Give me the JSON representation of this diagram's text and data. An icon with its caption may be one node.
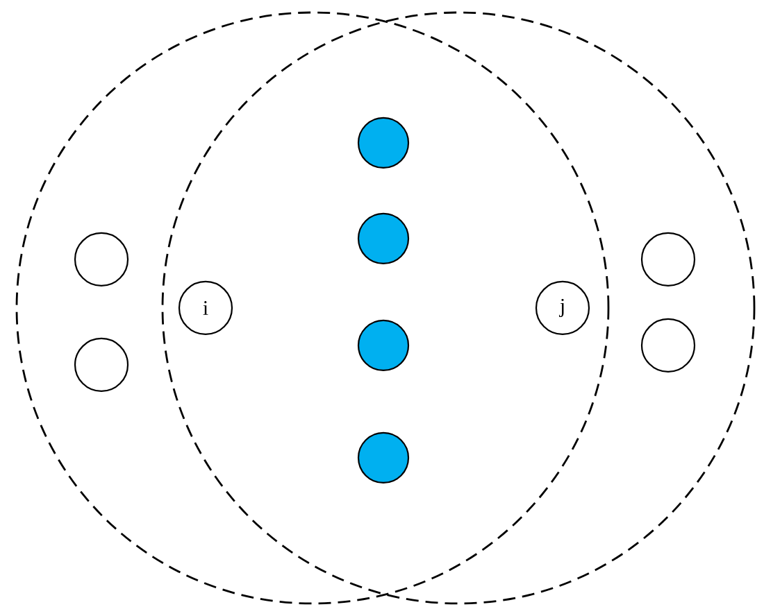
{
  "diagram": {
    "nodes": [
      {
        "text": [],
        "shape": "circle"
      },
      {
        "text": [],
        "shape": "circle"
      },
      {
        "text": [],
        "shape": "circle",
        "in": 0
      },
      {
        "text": [],
        "shape": "circle",
        "in": 0
      },
      {
        "text": [
          "i"
        ]
      },
      {
        "text": [],
        "shape": "circle"
      },
      {
        "text": [],
        "shape": "circle"
      },
      {
        "text": [],
        "shape": "circle"
      },
      {
        "text": [],
        "shape": "circle"
      },
      {
        "text": [
          "j"
        ]
      },
      {
        "text": [],
        "shape": "circle",
        "in": 1
      },
      {
        "text": [],
        "shape": "circle",
        "in": 1
      }
    ]
  }
}
